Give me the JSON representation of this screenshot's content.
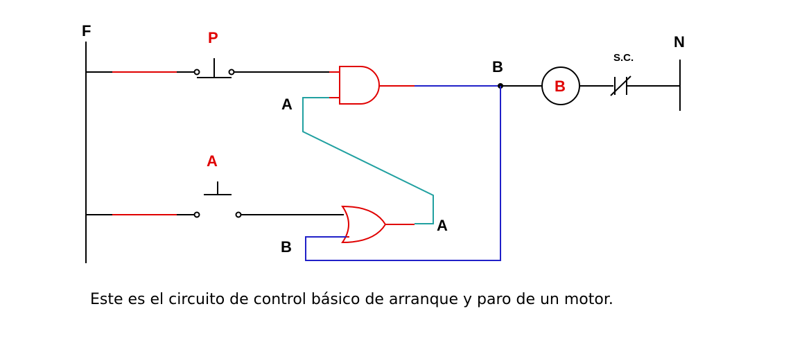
{
  "labels": {
    "F": "F",
    "N": "N",
    "P": "P",
    "A_button": "A",
    "A_and_input": "A",
    "A_or_output": "A",
    "B_or_input": "B",
    "B_node": "B",
    "B_motor": "B",
    "SC": "S.C."
  },
  "caption": "Este es el circuito de control básico de arranque y paro de un motor.",
  "colors": {
    "black": "#000000",
    "red": "#e00000",
    "blue": "#2020c8",
    "teal": "#20a0a0"
  }
}
